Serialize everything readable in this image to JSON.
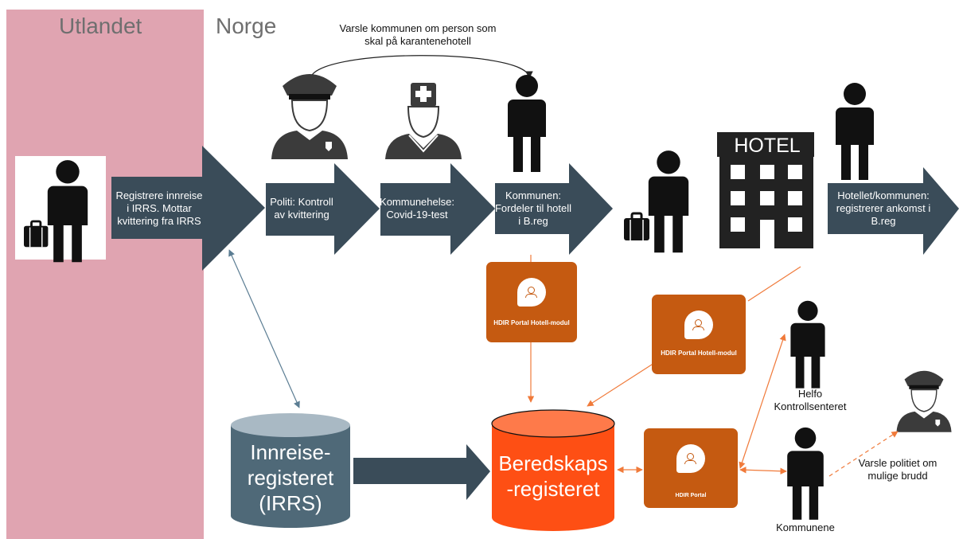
{
  "regions": {
    "abroad": "Utlandet",
    "norway": "Norge"
  },
  "notify_municipality": "Varsle kommunen om person som skal på karantenehotell",
  "process_steps": [
    "Registrere innreise i IRRS. Mottar kvittering fra IRRS",
    "Politi: Kontroll av kvittering",
    "Kommunehelse: Covid-19-test",
    "Kommunen: Fordeler til hotell i B.reg",
    "Hotellet/kommunen: registrerer ankomst i B.reg"
  ],
  "hotel_sign": "HOTEL",
  "portals": {
    "hotel_module_1": "HDIR Portal Hotell-modul",
    "hotel_module_2": "HDIR Portal Hotell-modul",
    "main": "HDIR Portal"
  },
  "databases": {
    "irrs": "Innreise-registeret (IRRS)",
    "preparedness": "Beredskaps -registeret"
  },
  "actors": {
    "helfo": "Helfo Kontrollsenteret",
    "municipalities": "Kommunene"
  },
  "notify_police": "Varsle politiet om mulige brudd",
  "colors": {
    "abroad_bg": "#e0a4b1",
    "arrow": "#3a4c59",
    "portal": "#c55a11",
    "db_irrs": "#4f6978",
    "db_preparedness": "#fe4f14",
    "link_blue": "#5b7d93",
    "link_orange": "#f07a3a"
  },
  "icons": [
    "traveler-icon",
    "police-icon",
    "nurse-icon",
    "person-icon",
    "hotel-icon",
    "portal-logo-icon"
  ]
}
